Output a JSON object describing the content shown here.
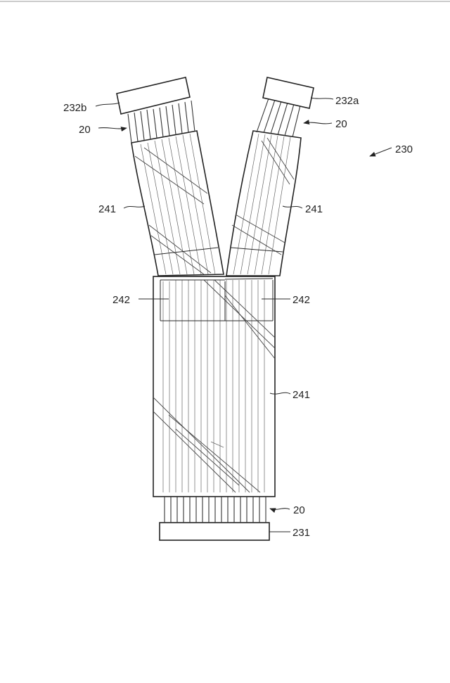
{
  "labels": {
    "assembly": "230",
    "connector_bottom": "231",
    "connector_a": "232a",
    "connector_b": "232b",
    "wire_left": "20",
    "wire_right": "20",
    "wire_bottom": "20",
    "tube_left": "241",
    "tube_right": "241",
    "tube_main": "241",
    "tape_left": "242",
    "tape_right": "242"
  }
}
